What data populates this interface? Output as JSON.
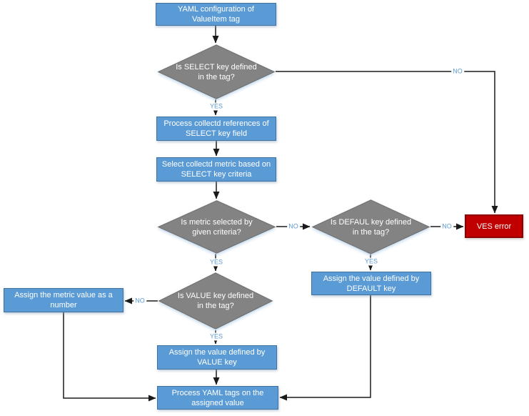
{
  "nodes": {
    "start": {
      "label": "YAML configuration of ValueItem tag"
    },
    "select_decision": {
      "label": "Is SELECT key defined in the tag?"
    },
    "process_refs": {
      "label": "Process collectd references of SELECT key field"
    },
    "select_metric": {
      "label": "Select collectd metric based on SELECT key criteria"
    },
    "metric_decision": {
      "label": "Is metric selected by given criteria?"
    },
    "default_decision": {
      "label": "Is DEFAUL key defined in the tag?"
    },
    "ves_error": {
      "label": "VES error"
    },
    "assign_default": {
      "label": "Assign the value defined by DEFAULT key"
    },
    "assign_number": {
      "label": "Assign the metric value as a number"
    },
    "value_decision": {
      "label": "Is VALUE key defined in the tag?"
    },
    "assign_value": {
      "label": "Assign the value defined by VALUE key"
    },
    "process_tags": {
      "label": "Process YAML tags on the assigned value"
    }
  },
  "edge_labels": {
    "select_yes": "YES",
    "select_no": "NO",
    "metric_yes": "YES",
    "metric_no": "NO",
    "default_yes": "YES",
    "default_no": "NO",
    "value_yes": "YES",
    "value_no": "NO"
  },
  "colors": {
    "process_fill": "#5B9BD5",
    "process_border": "#41719C",
    "decision_fill": "#838383",
    "decision_border": "#6E6E6E",
    "decision_glow": "#BDD7EE",
    "error_fill": "#C00000",
    "error_border": "#8F0000",
    "edge_label_color": "#5B9BD5",
    "connector_color": "#1A1A1A",
    "text_color": "#FFFFFF"
  }
}
